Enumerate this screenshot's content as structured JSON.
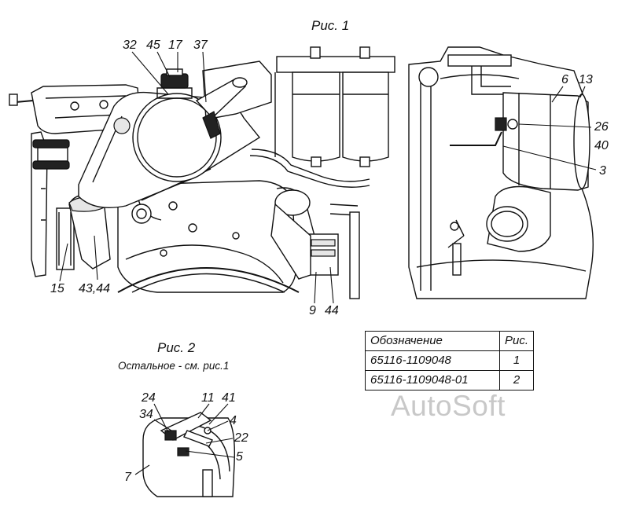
{
  "captions": {
    "fig1": "Рис. 1",
    "fig2": "Рис. 2",
    "fig2_note": "Остальное - см. рис.1"
  },
  "labels": {
    "l32": "32",
    "l45": "45",
    "l17": "17",
    "l37": "37",
    "l6": "6",
    "l13": "13",
    "l26": "26",
    "l40": "40",
    "l3": "3",
    "l15": "15",
    "l4344": "43,44",
    "l9": "9",
    "l44": "44",
    "l24": "24",
    "l34": "34",
    "l11": "11",
    "l41": "41",
    "l4": "4",
    "l22": "22",
    "l5": "5",
    "l7": "7"
  },
  "table": {
    "header_designation": "Обозначение",
    "header_fig": "Рис.",
    "rows": [
      {
        "designation": "65116-1109048",
        "fig": "1"
      },
      {
        "designation": "65116-1109048-01",
        "fig": "2"
      }
    ]
  },
  "watermark": "AutoSoft"
}
